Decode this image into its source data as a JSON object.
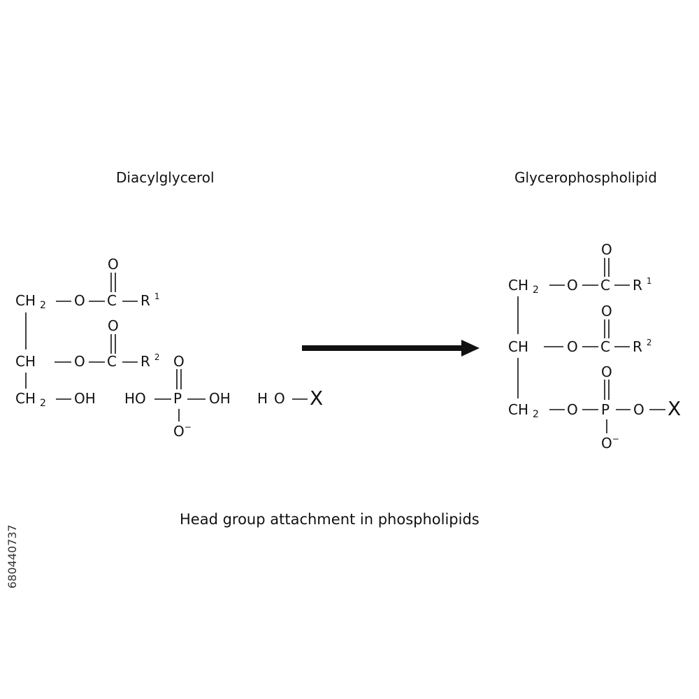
{
  "titles": {
    "left": "Diacylglycerol",
    "right": "Glycerophospholipid",
    "caption": "Head group attachment in phospholipids"
  },
  "atoms": {
    "CH": "CH",
    "sub2": "2",
    "O": "O",
    "C": "C",
    "R": "R",
    "sup1": "1",
    "sup2": "2",
    "OH": "OH",
    "HO": "HO",
    "H": "H",
    "P": "P",
    "Ominus": "O",
    "minus": "−",
    "X": "X"
  },
  "stock_id": "680440737"
}
